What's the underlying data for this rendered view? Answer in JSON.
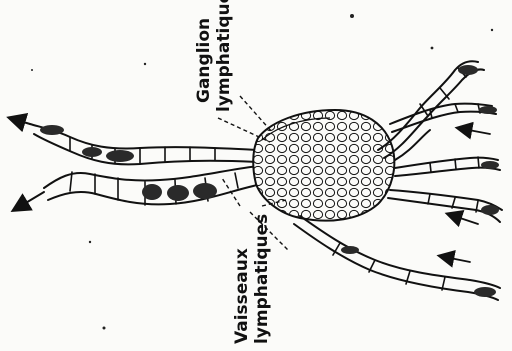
{
  "labels": {
    "ganglion_line1": "Ganglion",
    "ganglion_line2": "lymphatique",
    "vaisseaux_line1": "Vaisseaux",
    "vaisseaux_line2": "lymphatiques"
  },
  "colors": {
    "ink": "#111111",
    "paper": "#fbfbf9",
    "shade": "#555555"
  }
}
